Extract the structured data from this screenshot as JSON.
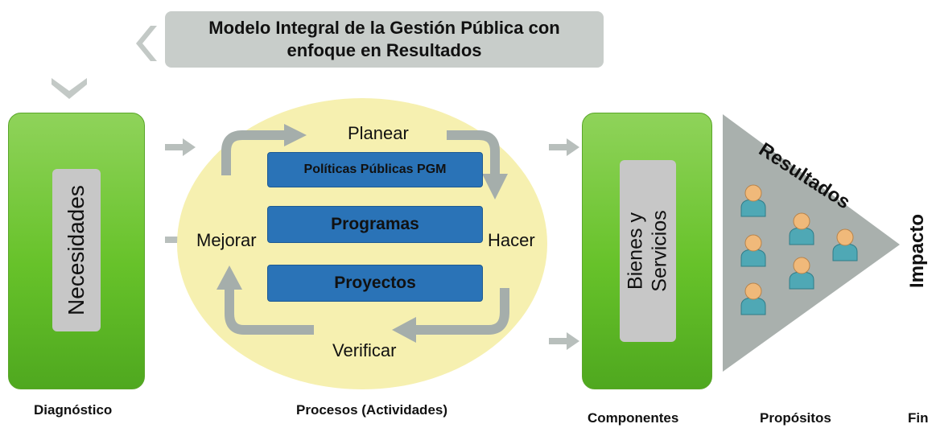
{
  "title": {
    "line1": "Modelo Integral de la Gestión Pública con",
    "line2": "enfoque en Resultados"
  },
  "blocks": {
    "necesidades": "Necesidades",
    "bienes_line1": "Bienes y",
    "bienes_line2": "Servicios",
    "resultados": "Resultados",
    "impacto": "Impacto"
  },
  "cycle": {
    "planear": "Planear",
    "hacer": "Hacer",
    "verificar": "Verificar",
    "mejorar": "Mejorar"
  },
  "bars": {
    "politicas": "Políticas Públicas PGM",
    "programas": "Programas",
    "proyectos": "Proyectos"
  },
  "footer": {
    "diagnostico": "Diagnóstico",
    "procesos": "Procesos (Actividades)",
    "componentes": "Componentes",
    "propositos": "Propósitos",
    "fin": "Fin"
  },
  "colors": {
    "green": "#67c22a",
    "grey": "#c7c7c7",
    "blue_bar": "#2a73b7",
    "ellipse": "#f6f0b0",
    "triangle": "#a9b0ad",
    "arrow": "#a5aeab"
  },
  "icons": [
    "chevron-left-icon",
    "chevron-down-icon",
    "person-icon"
  ]
}
